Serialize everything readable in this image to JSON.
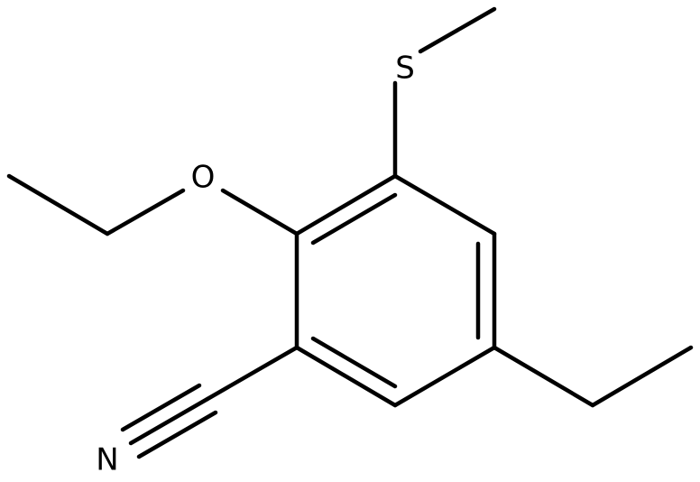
{
  "molecule": {
    "atoms": {
      "sulfur": "S",
      "oxygen": "O",
      "nitrogen": "N"
    }
  },
  "colors": {
    "bond": "#000000",
    "background": "#ffffff"
  }
}
